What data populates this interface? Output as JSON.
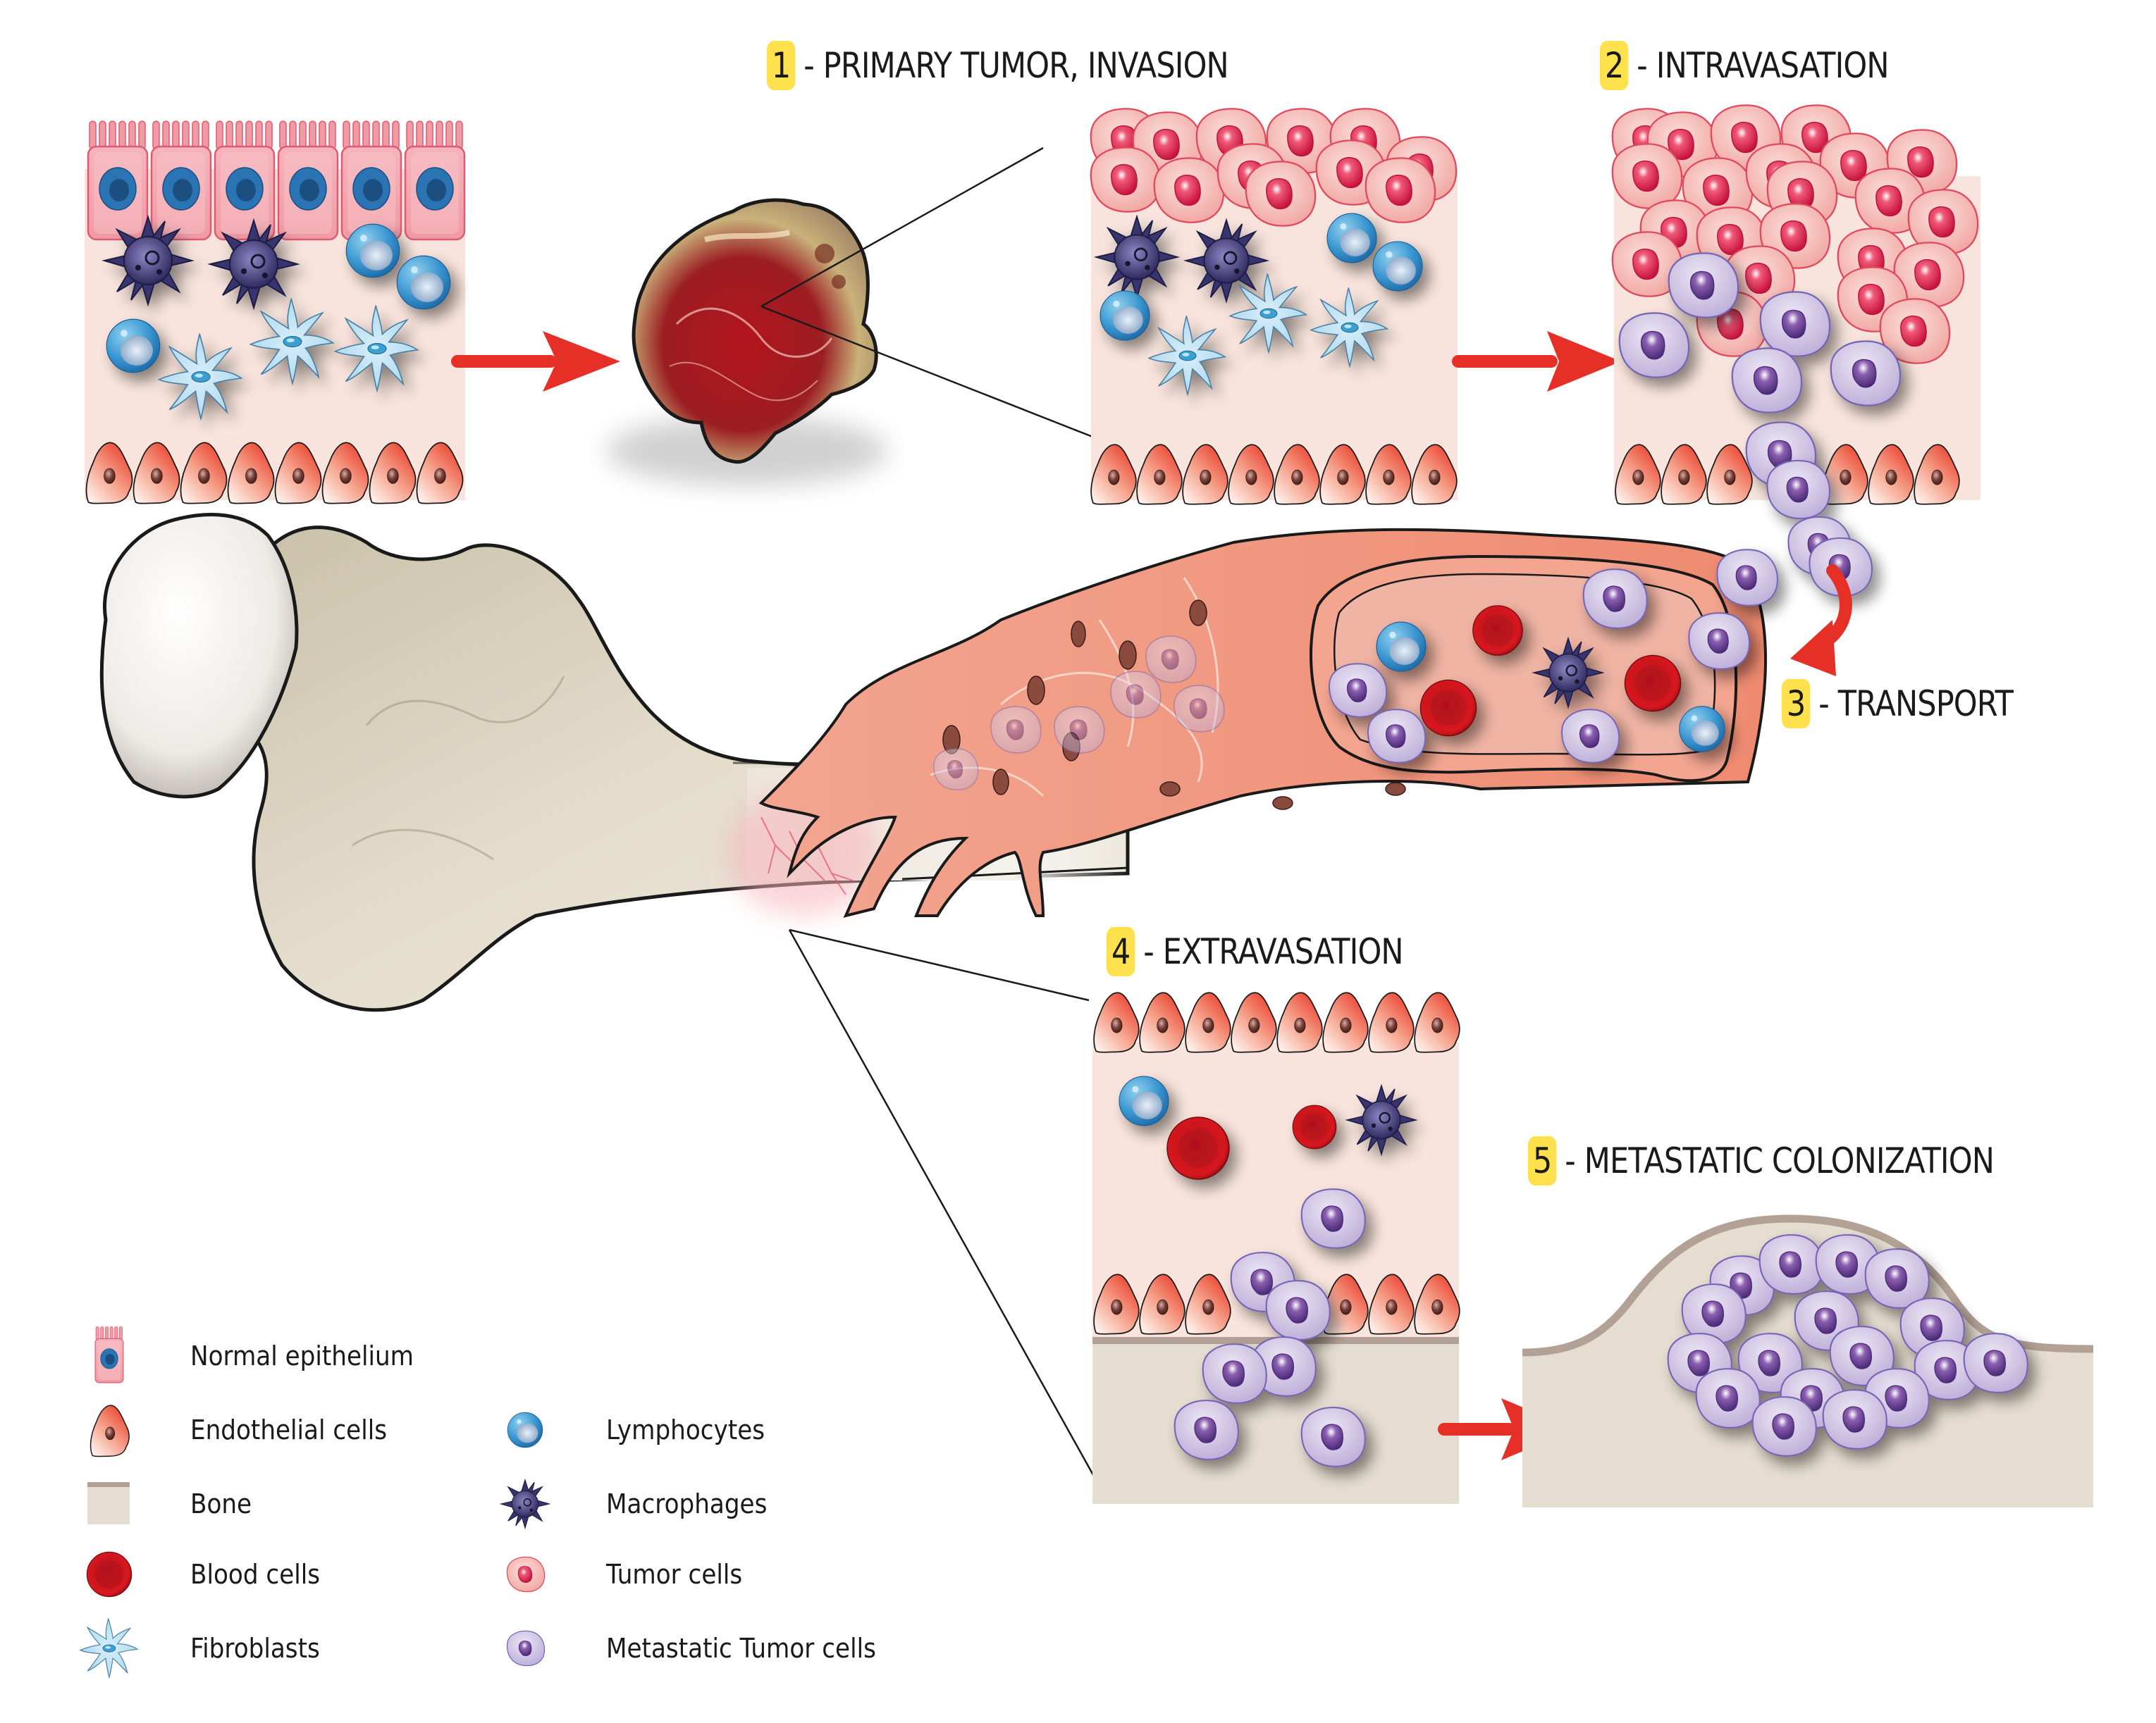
{
  "figure": {
    "subject": "Bone metastasis cascade",
    "accent_colors": {
      "arrow": "#e63027",
      "number_badge": "#ffe14d",
      "tissue_background": "#f8e4dc",
      "bone_matrix": "#e4ddd0",
      "bone_surface": "#b3a195",
      "blood_vessel": "#f08f78"
    }
  },
  "stages": [
    {
      "number": "1",
      "title": "- PRIMARY TUMOR,  INVASION"
    },
    {
      "number": "2",
      "title": "- INTRAVASATION"
    },
    {
      "number": "3",
      "title": "- TRANSPORT"
    },
    {
      "number": "4",
      "title": "- EXTRAVASATION"
    },
    {
      "number": "5",
      "title": "- METASTATIC COLONIZATION"
    }
  ],
  "legend": {
    "left_column": [
      {
        "icon": "normal-epithelium-icon",
        "label": "Normal epithelium"
      },
      {
        "icon": "endothelial-cell-icon",
        "label": "Endothelial cells"
      },
      {
        "icon": "bone-icon",
        "label": "Bone"
      },
      {
        "icon": "blood-cell-icon",
        "label": "Blood cells"
      },
      {
        "icon": "fibroblast-icon",
        "label": "Fibroblasts"
      }
    ],
    "right_column": [
      {
        "icon": "lymphocyte-icon",
        "label": "Lymphocytes"
      },
      {
        "icon": "macrophage-icon",
        "label": "Macrophages"
      },
      {
        "icon": "tumor-cell-icon",
        "label": "Tumor cells"
      },
      {
        "icon": "metastatic-tumor-cell-icon",
        "label": "Metastatic Tumor cells"
      }
    ]
  }
}
